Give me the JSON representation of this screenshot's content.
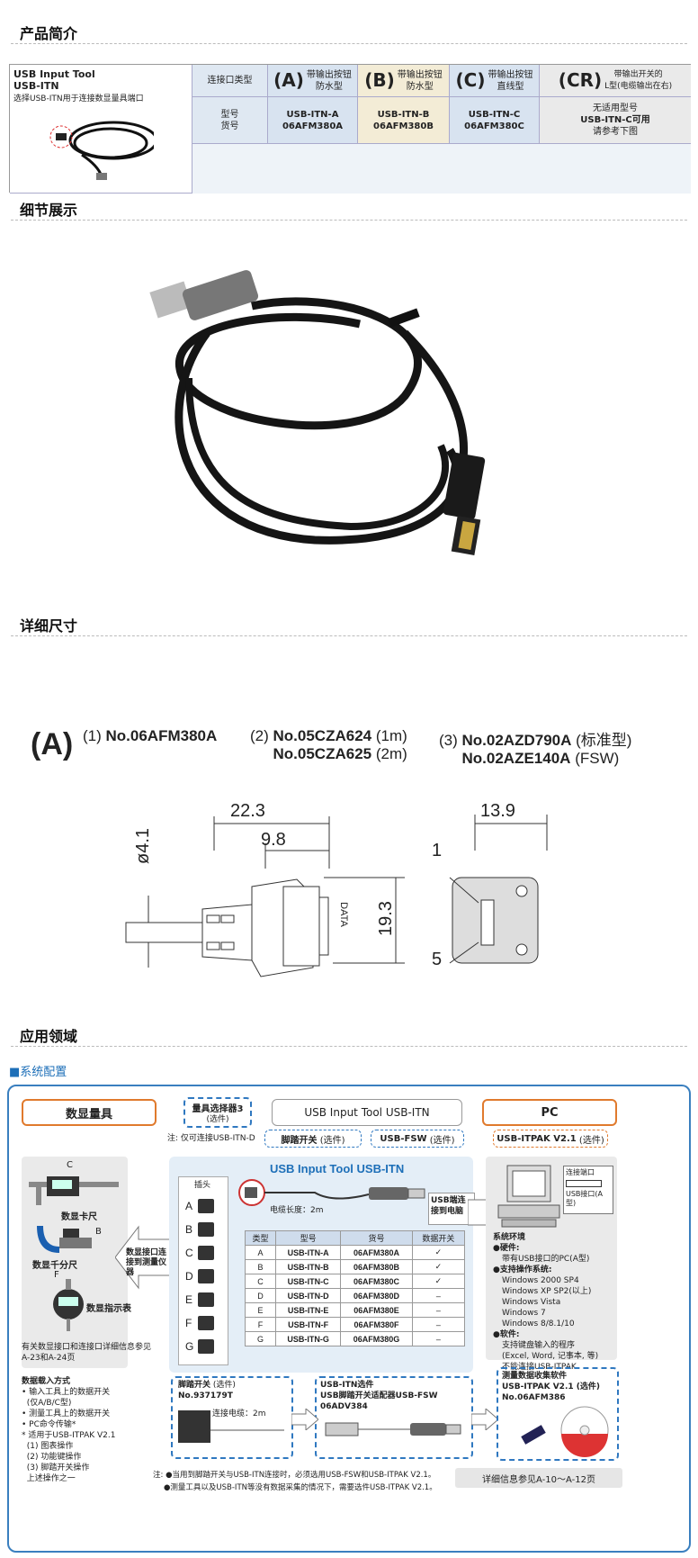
{
  "sections": {
    "intro": "产品简介",
    "detail": "细节展示",
    "dims": "详细尺寸",
    "app": "应用领域"
  },
  "product": {
    "name1": "USB Input Tool",
    "name2": "USB-ITN",
    "desc": "选择USB-ITN用于连接数显量具端口",
    "row_label_type": "连接口类型",
    "row_label_model": "型号",
    "row_label_code": "货号",
    "cols": [
      {
        "letter": "(A)",
        "t1": "带输出按钮",
        "t2": "防水型",
        "m": "USB-ITN-A",
        "c": "06AFM380A"
      },
      {
        "letter": "(B)",
        "t1": "带输出按钮",
        "t2": "防水型",
        "m": "USB-ITN-B",
        "c": "06AFM380B"
      },
      {
        "letter": "(C)",
        "t1": "带输出按钮",
        "t2": "直线型",
        "m": "USB-ITN-C",
        "c": "06AFM380C"
      },
      {
        "letter": "(CR)",
        "t1": "带输出开关的",
        "t2": "L型(电缆输出在右)",
        "m1": "无适用型号",
        "m2": "USB-ITN-C可用",
        "m3": "请参考下图"
      }
    ]
  },
  "dims": {
    "letter": "(A)",
    "p1n": "(1)",
    "p1": "No.06AFM380A",
    "p2n": "(2)",
    "p2a": "No.05CZA624",
    "p2a_u": "(1m)",
    "p2b": "No.05CZA625",
    "p2b_u": "(2m)",
    "p3n": "(3)",
    "p3a": "No.02AZD790A",
    "p3a_u": "(标准型)",
    "p3b": "No.02AZE140A",
    "p3b_u": "(FSW)",
    "d223": "22.3",
    "d98": "9.8",
    "d41": "ø4.1",
    "d193": "19.3",
    "d139": "13.9",
    "pin1": "1",
    "pin5": "5",
    "data": "DATA"
  },
  "system": {
    "title": "■系统配置",
    "gauge": "数显量具",
    "selector": "量具选择器3",
    "selector_sub": "(选件)",
    "tool": "USB Input Tool USB-ITN",
    "pc": "PC",
    "note_d": "注: 仅可连接USB-ITN-D",
    "footsw": "脚踏开关",
    "footsw_opt": "(选件)",
    "usbfsw": "USB-FSW",
    "usbfsw_opt": "(选件)",
    "itpak": "USB-ITPAK V2.1",
    "itpak_opt": "(选件)",
    "caliper_c": "C",
    "caliper": "数显卡尺",
    "micro_b": "B",
    "micro": "数显千分尺",
    "ind_f": "F",
    "ind": "数显指示表",
    "arrow_left": "数显接口连接到测量仪器",
    "ports_note": "有关数显接口和连接口详细信息参见A-23和A-24页",
    "center_title": "USB Input Tool USB-ITN",
    "plug_label": "插头",
    "letters": [
      "A",
      "B",
      "C",
      "D",
      "E",
      "F",
      "G"
    ],
    "cable_len": "电缆长度：2m",
    "usb_to_pc": "USB端连接到电脑",
    "tbl_head": [
      "类型",
      "型号",
      "货号",
      "数据开关"
    ],
    "tbl_rows": [
      [
        "A",
        "USB-ITN-A",
        "06AFM380A",
        "✓"
      ],
      [
        "B",
        "USB-ITN-B",
        "06AFM380B",
        "✓"
      ],
      [
        "C",
        "USB-ITN-C",
        "06AFM380C",
        "✓"
      ],
      [
        "D",
        "USB-ITN-D",
        "06AFM380D",
        "–"
      ],
      [
        "E",
        "USB-ITN-E",
        "06AFM380E",
        "–"
      ],
      [
        "F",
        "USB-ITN-F",
        "06AFM380F",
        "–"
      ],
      [
        "G",
        "USB-ITN-G",
        "06AFM380G",
        "–"
      ]
    ],
    "pc_port": "连接端口",
    "pc_usb": "USB接口(A型)",
    "env_title": "系统环境",
    "env_hw": "●硬件:",
    "env_hw_v": "带有USB接口的PC(A型)",
    "env_os": "●支持操作系统:",
    "os_list": [
      "Windows 2000 SP4",
      "Windows XP SP2(以上)",
      "Windows Vista",
      "Windows 7",
      "Windows 8/8.1/10"
    ],
    "env_sw": "●软件:",
    "sw_list": [
      "支持键盘输入的程序",
      "(Excel, Word, 记事本, 等)",
      "不能连接USB-ITPAK"
    ],
    "input_title": "数据载入方式",
    "input_list": [
      "• 输入工具上的数据开关",
      "  (仅A/B/C型)",
      "• 测量工具上的数据开关",
      "• PC命令传输*",
      "* 适用于USB-ITPAK V2.1",
      "  (1) 图表操作",
      "  (2) 功能键操作",
      "  (3) 脚踏开关操作",
      "  上述操作之一"
    ],
    "fsw_title": "脚踏开关",
    "fsw_opt": "(选件)",
    "fsw_no": "No.937179T",
    "fsw_cable": "连接电缆：2m",
    "itnopt_title": "USB-ITN选件",
    "itnopt_sub": "USB脚踏开关适配器USB-FSW",
    "itnopt_no": "06ADV384",
    "soft_title": "测量数据收集软件",
    "soft_name": "USB-ITPAK V2.1 (选件)",
    "soft_no": "No.06AFM386",
    "note1": "注: ●当用到脚踏开关与USB-ITN连接时，必须选用USB-FSW和USB-ITPAK V2.1。",
    "note2": "●测量工具以及USB-ITN等没有数据采集的情况下，需要选件USB-ITPAK V2.1。",
    "more": "详细信息参见A-10～A-12页"
  }
}
